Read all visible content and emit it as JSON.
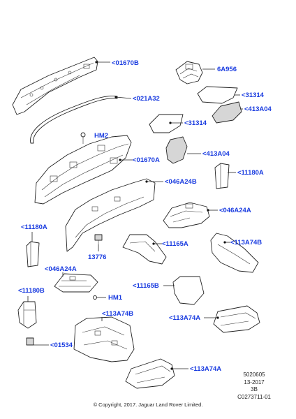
{
  "callouts": {
    "c01670B": "<01670B",
    "c6A956": "6A956",
    "c021A32": "<021A32",
    "c31314a": "<31314",
    "c413A04a": "<413A04",
    "c31314b": "<31314",
    "cHM2": "HM2",
    "c01670A": "<01670A",
    "c413A04b": "<413A04",
    "c11180Aa": "<11180A",
    "c046A24Ba": "<046A24B",
    "c046A24A": "<046A24A",
    "c11180Ab": "<11180A",
    "c11165A": "<11165A",
    "c113A74Ba": "<113A74B",
    "c13776": "13776",
    "c046A24Bb": "<046A24A",
    "c11180B": "<11180B",
    "c11165B": "<11165B",
    "cHM1": "HM1",
    "c113A74Bb": "<113A74B",
    "c113A74Aa": "<113A74A",
    "c01534": "<01534",
    "c113A74Ab": "<113A74A"
  },
  "reference": {
    "line1": "5020605",
    "line2": "13-2017",
    "line3": "3B",
    "line4": "C0273711-01"
  },
  "copyright": "© Copyright, 2017. Jaguar Land Rover Limited.",
  "colors": {
    "callout": "#1a3ce0",
    "line": "#222222"
  }
}
